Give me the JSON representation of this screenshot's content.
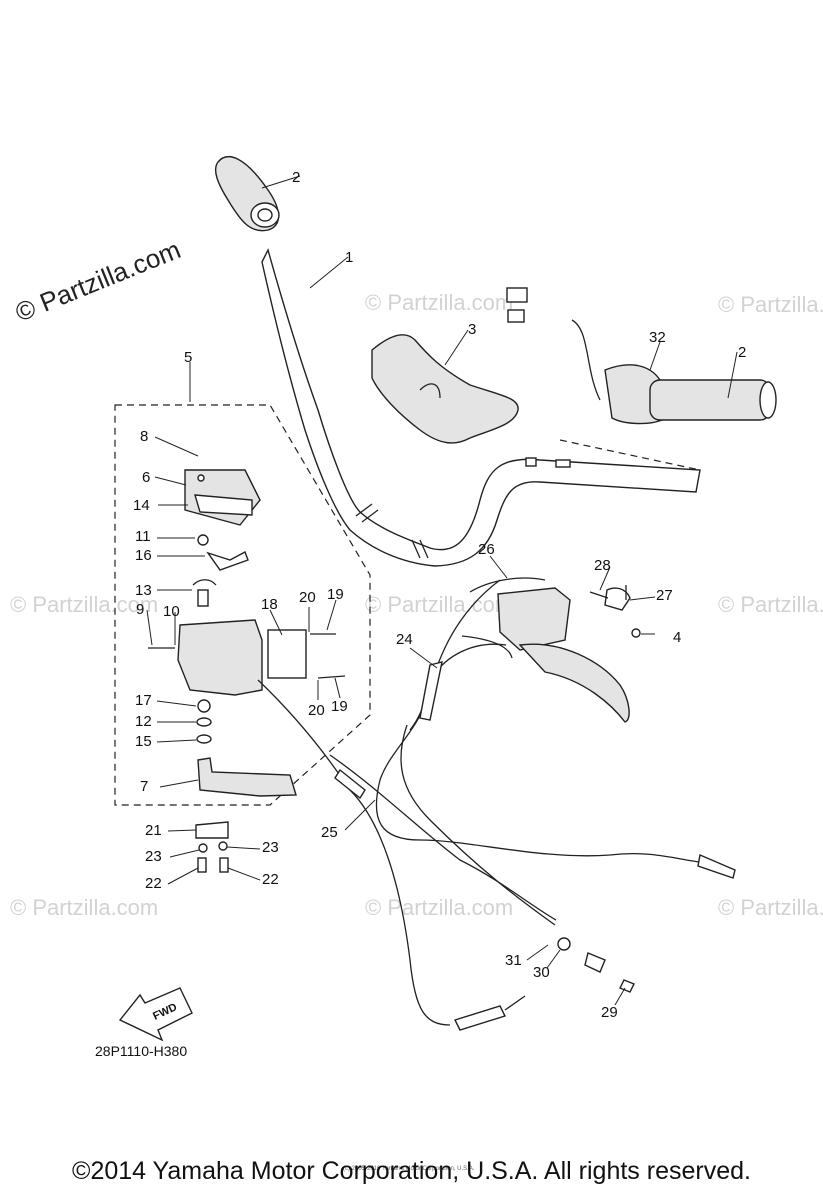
{
  "watermarks": {
    "primary": "© Partzilla.com",
    "repeat": "© Partzilla.com"
  },
  "callouts": [
    "1",
    "2",
    "2",
    "3",
    "4",
    "5",
    "6",
    "7",
    "8",
    "9",
    "10",
    "11",
    "12",
    "13",
    "14",
    "15",
    "16",
    "17",
    "18",
    "19",
    "19",
    "20",
    "20",
    "21",
    "22",
    "22",
    "23",
    "23",
    "24",
    "25",
    "26",
    "27",
    "28",
    "29",
    "30",
    "31",
    "32"
  ],
  "fwd_label": "FWD",
  "diagram_code": "28P1110-H380",
  "small_copyright": "(c) 2005-2016 Yamaha Motor Corporation, U.S.A.",
  "footer": "©2014 Yamaha Motor Corporation, U.S.A. All rights reserved."
}
